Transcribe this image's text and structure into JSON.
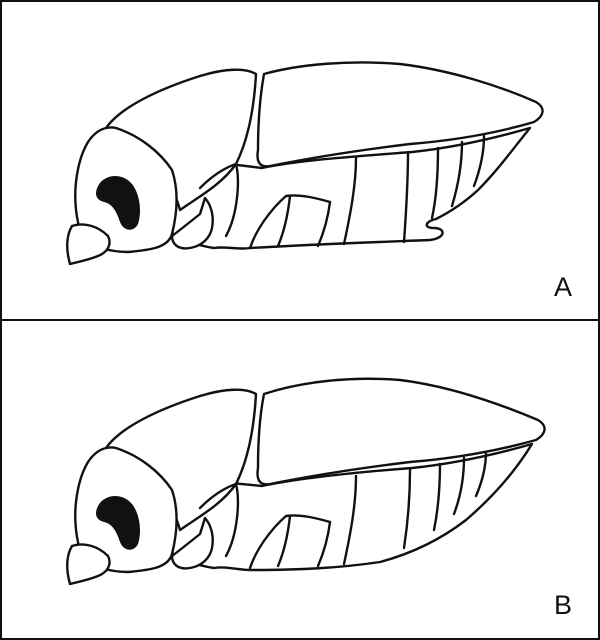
{
  "panels": [
    {
      "id": "A",
      "label": "A"
    },
    {
      "id": "B",
      "label": "B"
    }
  ],
  "colors": {
    "line": "#111111",
    "background": "#ffffff"
  }
}
